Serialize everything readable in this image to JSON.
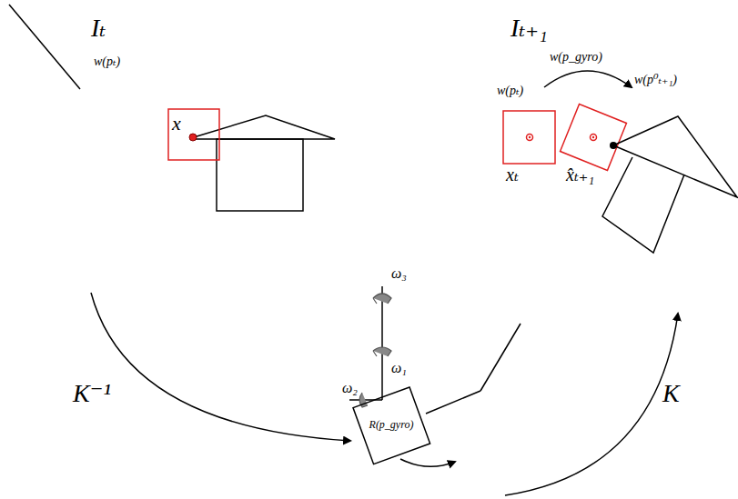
{
  "diagram": {
    "nodes": [
      {
        "text": [
          "R(p_gyro)"
        ]
      }
    ],
    "edges": [],
    "labels": [
      "Iₜ",
      "w(pₜ)",
      "x",
      "Iₜ₊₁",
      "w(p_gyro)",
      "w(pₜ)",
      "w(p⁰ₜ₊₁)",
      "xₜ",
      "x̂ₜ₊₁",
      "ω₃",
      "ω₁",
      "ω₂",
      "K⁻¹",
      "K"
    ]
  }
}
